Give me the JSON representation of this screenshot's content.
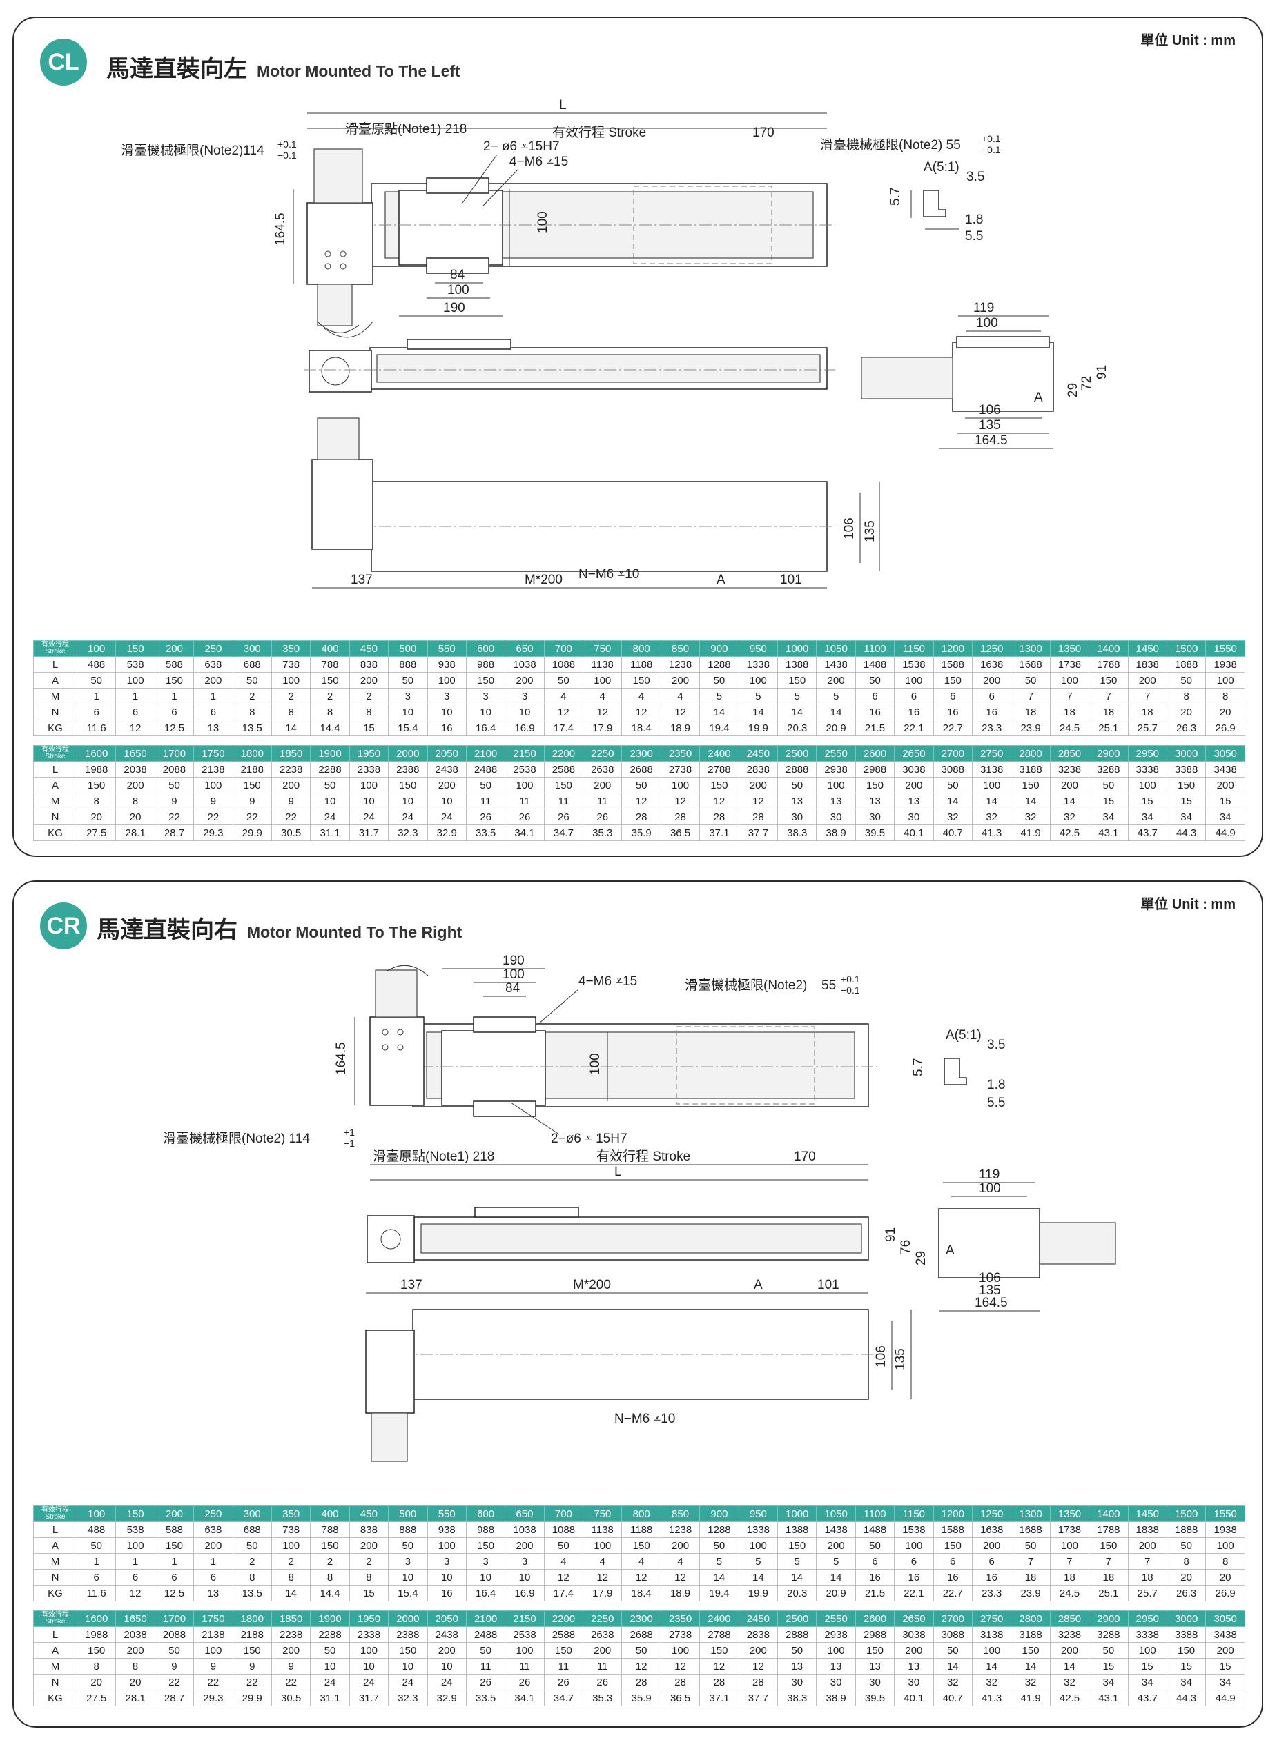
{
  "unit_label": "單位 Unit : mm",
  "stroke_label_zh": "有效行程",
  "stroke_label_en": "Stroke",
  "row_labels": [
    "L",
    "A",
    "M",
    "N",
    "KG"
  ],
  "table_a": {
    "stroke": [
      "100",
      "150",
      "200",
      "250",
      "300",
      "350",
      "400",
      "450",
      "500",
      "550",
      "600",
      "650",
      "700",
      "750",
      "800",
      "850",
      "900",
      "950",
      "1000",
      "1050",
      "1100",
      "1150",
      "1200",
      "1250",
      "1300",
      "1350",
      "1400",
      "1450",
      "1500",
      "1550"
    ],
    "L": [
      "488",
      "538",
      "588",
      "638",
      "688",
      "738",
      "788",
      "838",
      "888",
      "938",
      "988",
      "1038",
      "1088",
      "1138",
      "1188",
      "1238",
      "1288",
      "1338",
      "1388",
      "1438",
      "1488",
      "1538",
      "1588",
      "1638",
      "1688",
      "1738",
      "1788",
      "1838",
      "1888",
      "1938"
    ],
    "A": [
      "50",
      "100",
      "150",
      "200",
      "50",
      "100",
      "150",
      "200",
      "50",
      "100",
      "150",
      "200",
      "50",
      "100",
      "150",
      "200",
      "50",
      "100",
      "150",
      "200",
      "50",
      "100",
      "150",
      "200",
      "50",
      "100",
      "150",
      "200",
      "50",
      "100"
    ],
    "M": [
      "1",
      "1",
      "1",
      "1",
      "2",
      "2",
      "2",
      "2",
      "3",
      "3",
      "3",
      "3",
      "4",
      "4",
      "4",
      "4",
      "5",
      "5",
      "5",
      "5",
      "6",
      "6",
      "6",
      "6",
      "7",
      "7",
      "7",
      "7",
      "8",
      "8"
    ],
    "N": [
      "6",
      "6",
      "6",
      "6",
      "8",
      "8",
      "8",
      "8",
      "10",
      "10",
      "10",
      "10",
      "12",
      "12",
      "12",
      "12",
      "14",
      "14",
      "14",
      "14",
      "16",
      "16",
      "16",
      "16",
      "18",
      "18",
      "18",
      "18",
      "20",
      "20"
    ],
    "KG": [
      "11.6",
      "12",
      "12.5",
      "13",
      "13.5",
      "14",
      "14.4",
      "15",
      "15.4",
      "16",
      "16.4",
      "16.9",
      "17.4",
      "17.9",
      "18.4",
      "18.9",
      "19.4",
      "19.9",
      "20.3",
      "20.9",
      "21.5",
      "22.1",
      "22.7",
      "23.3",
      "23.9",
      "24.5",
      "25.1",
      "25.7",
      "26.3",
      "26.9"
    ]
  },
  "table_b": {
    "stroke": [
      "1600",
      "1650",
      "1700",
      "1750",
      "1800",
      "1850",
      "1900",
      "1950",
      "2000",
      "2050",
      "2100",
      "2150",
      "2200",
      "2250",
      "2300",
      "2350",
      "2400",
      "2450",
      "2500",
      "2550",
      "2600",
      "2650",
      "2700",
      "2750",
      "2800",
      "2850",
      "2900",
      "2950",
      "3000",
      "3050"
    ],
    "L": [
      "1988",
      "2038",
      "2088",
      "2138",
      "2188",
      "2238",
      "2288",
      "2338",
      "2388",
      "2438",
      "2488",
      "2538",
      "2588",
      "2638",
      "2688",
      "2738",
      "2788",
      "2838",
      "2888",
      "2938",
      "2988",
      "3038",
      "3088",
      "3138",
      "3188",
      "3238",
      "3288",
      "3338",
      "3388",
      "3438"
    ],
    "A": [
      "150",
      "200",
      "50",
      "100",
      "150",
      "200",
      "50",
      "100",
      "150",
      "200",
      "50",
      "100",
      "150",
      "200",
      "50",
      "100",
      "150",
      "200",
      "50",
      "100",
      "150",
      "200",
      "50",
      "100",
      "150",
      "200",
      "50",
      "100",
      "150",
      "200"
    ],
    "M": [
      "8",
      "8",
      "9",
      "9",
      "9",
      "9",
      "10",
      "10",
      "10",
      "10",
      "11",
      "11",
      "11",
      "11",
      "12",
      "12",
      "12",
      "12",
      "13",
      "13",
      "13",
      "13",
      "14",
      "14",
      "14",
      "14",
      "15",
      "15",
      "15",
      "15"
    ],
    "N": [
      "20",
      "20",
      "22",
      "22",
      "22",
      "22",
      "24",
      "24",
      "24",
      "24",
      "26",
      "26",
      "26",
      "26",
      "28",
      "28",
      "28",
      "28",
      "30",
      "30",
      "30",
      "30",
      "32",
      "32",
      "32",
      "32",
      "34",
      "34",
      "34",
      "34"
    ],
    "KG": [
      "27.5",
      "28.1",
      "28.7",
      "29.3",
      "29.9",
      "30.5",
      "31.1",
      "31.7",
      "32.3",
      "32.9",
      "33.5",
      "34.1",
      "34.7",
      "35.3",
      "35.9",
      "36.5",
      "37.1",
      "37.7",
      "38.3",
      "38.9",
      "39.5",
      "40.1",
      "40.7",
      "41.3",
      "41.9",
      "42.5",
      "43.1",
      "43.7",
      "44.3",
      "44.9"
    ]
  },
  "sections": {
    "cl": {
      "badge": "CL",
      "title_zh": "馬達直裝向左",
      "title_en": "Motor Mounted To The Left",
      "dims": {
        "L": "L",
        "origin": "滑臺原點(Note1) 218",
        "stroke": "有效行程 Stroke",
        "d170": "170",
        "limit_left": "滑臺機械極限(Note2)114",
        "limit_left_tol_top": "+0.1",
        "limit_left_tol_bot": "−0.1",
        "limit_right": "滑臺機械極限(Note2) 55",
        "limit_right_tol_top": "+0.1",
        "limit_right_tol_bot": "−0.1",
        "hole_pin": "2− ø6 ⩡15H7",
        "hole_m6": "4−M6 ⩡15",
        "d164_5": "164.5",
        "d100v": "100",
        "d84": "84",
        "d100": "100",
        "d190": "190",
        "detail_a": "A(5:1)",
        "d3_5": "3.5",
        "d5_7": "5.7",
        "d1_8": "1.8",
        "d5_5": "5.5",
        "e119": "119",
        "e100": "100",
        "e106": "106",
        "e135": "135",
        "e164_5": "164.5",
        "e29": "29",
        "e72": "72",
        "e91": "91",
        "e_a": "A",
        "b137": "137",
        "bM200": "M*200",
        "bNM6": "N−M6 ⩡10",
        "bA": "A",
        "b101": "101",
        "b106": "106",
        "b135": "135"
      }
    },
    "cr": {
      "badge": "CR",
      "title_zh": "馬達直裝向右",
      "title_en": "Motor Mounted To The Right",
      "dims": {
        "d190": "190",
        "d100": "100",
        "d84": "84",
        "hole_m6": "4−M6 ⩡15",
        "limit_right": "滑臺機械極限(Note2)",
        "limit_right_val": "55",
        "limit_right_tol_top": "+0.1",
        "limit_right_tol_bot": "−0.1",
        "d164_5": "164.5",
        "d100v": "100",
        "limit_left": "滑臺機械極限(Note2) 114",
        "limit_left_tol_top": "+1",
        "limit_left_tol_bot": "−1",
        "hole_pin": "2−ø6 ⩡ 15H7",
        "origin": "滑臺原點(Note1) 218",
        "stroke": "有效行程 Stroke",
        "d170": "170",
        "L": "L",
        "detail_a": "A(5:1)",
        "d3_5": "3.5",
        "d5_7": "5.7",
        "d1_8": "1.8",
        "d5_5": "5.5",
        "e119": "119",
        "e100": "100",
        "e106": "106",
        "e135": "135",
        "e164_5": "164.5",
        "e91": "91",
        "e76": "76",
        "e29": "29",
        "e_a": "A",
        "b137": "137",
        "bM200": "M*200",
        "bA": "A",
        "b101": "101",
        "b106": "106",
        "b135": "135",
        "bNM6": "N−M6 ⩡10"
      }
    }
  }
}
